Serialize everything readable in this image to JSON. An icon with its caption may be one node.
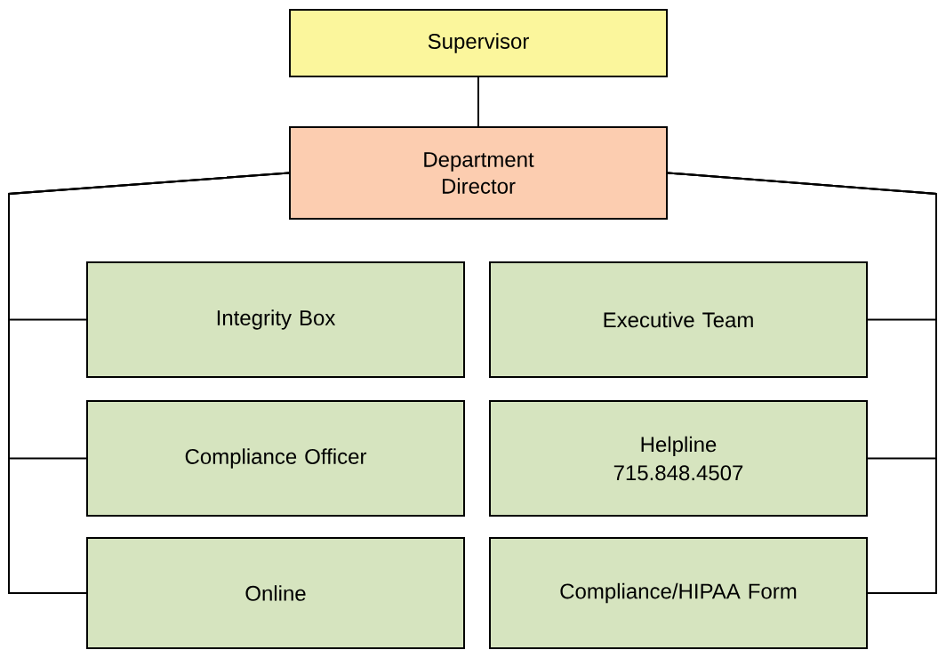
{
  "diagram": {
    "nodes": [
      {
        "text": [
          "Supervisor"
        ]
      },
      {
        "text": [
          "Department Director"
        ]
      },
      {
        "text": [
          "Integrity Box"
        ]
      },
      {
        "text": [
          "Executive Team"
        ]
      },
      {
        "text": [
          "Compliance Officer"
        ]
      },
      {
        "text": [
          "Helpline",
          "715.848.4507"
        ]
      },
      {
        "text": [
          "Online"
        ]
      },
      {
        "text": [
          "Compliance/HIPAA Form"
        ]
      }
    ],
    "edges": [
      {
        "from": 0,
        "to": 1,
        "arrow": "none"
      },
      {
        "from": 1,
        "to": 2,
        "arrow": "none"
      },
      {
        "from": 1,
        "to": 3,
        "arrow": "none"
      },
      {
        "from": 1,
        "to": 4,
        "arrow": "none"
      },
      {
        "from": 1,
        "to": 5,
        "arrow": "none"
      },
      {
        "from": 1,
        "to": 6,
        "arrow": "none"
      },
      {
        "from": 1,
        "to": 7,
        "arrow": "none"
      }
    ]
  }
}
